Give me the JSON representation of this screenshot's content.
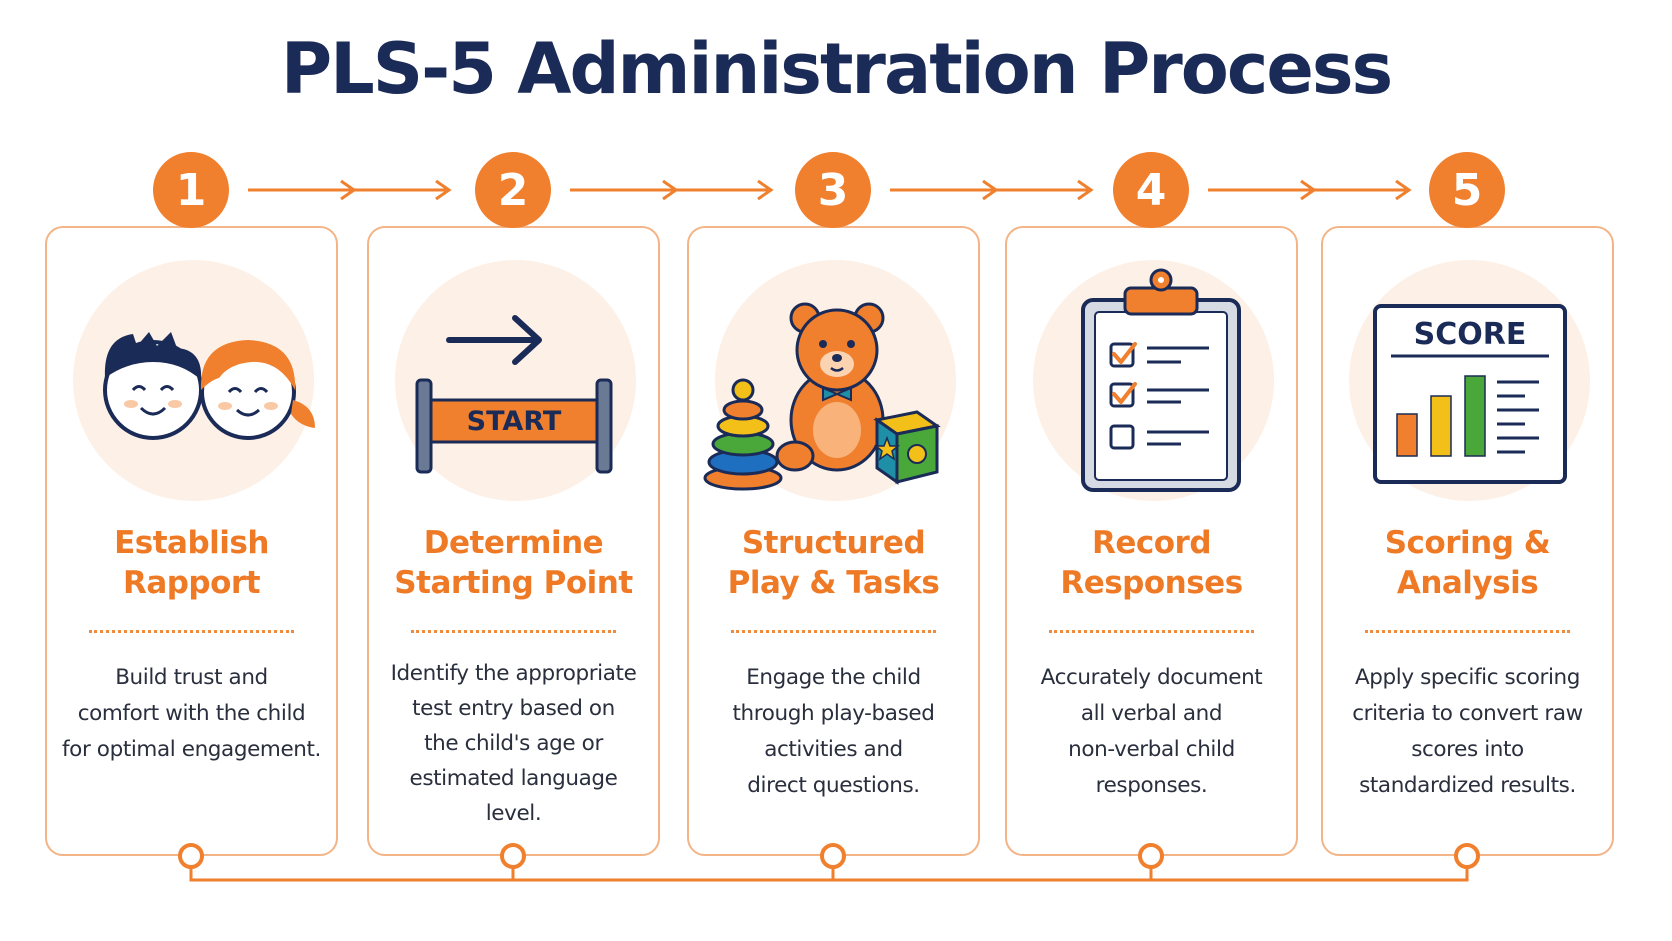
{
  "title": "PLS-5 Administration Process",
  "colors": {
    "accent": "#f07f2e",
    "navy": "#1b2b57",
    "card_border": "#f3b487",
    "illus_bg": "#fdf0e6"
  },
  "steps": [
    {
      "number": "1",
      "title": "Establish Rapport",
      "title_lines": [
        "Establish",
        "Rapport"
      ],
      "description": "Build trust and comfort with the child for optimal engagement.",
      "desc_lines": [
        "Build trust and",
        "comfort with the child",
        "for optimal engagement."
      ],
      "icon": "children-faces-icon"
    },
    {
      "number": "2",
      "title": "Determine Starting Point",
      "title_lines": [
        "Determine",
        "Starting Point"
      ],
      "description": "Identify the appropriate test entry based on the child's age or estimated language level.",
      "desc_lines": [
        "Identify the appropriate",
        "test entry based on",
        "the child's age or",
        "estimated language level."
      ],
      "icon": "start-banner-icon",
      "icon_label": "START"
    },
    {
      "number": "3",
      "title": "Structured Play & Tasks",
      "title_lines": [
        "Structured",
        "Play & Tasks"
      ],
      "description": "Engage the child through play-based activities and direct questions.",
      "desc_lines": [
        "Engage the child",
        "through play-based",
        "activities and",
        "direct questions."
      ],
      "icon": "toys-icon"
    },
    {
      "number": "4",
      "title": "Record Responses",
      "title_lines": [
        "Record",
        "Responses"
      ],
      "description": "Accurately document all verbal and non-verbal child responses.",
      "desc_lines": [
        "Accurately document",
        "all verbal and",
        "non-verbal child",
        "responses."
      ],
      "icon": "clipboard-checklist-icon"
    },
    {
      "number": "5",
      "title": "Scoring & Analysis",
      "title_lines": [
        "Scoring &",
        "Analysis"
      ],
      "description": "Apply specific scoring criteria to convert raw scores into standardized results.",
      "desc_lines": [
        "Apply specific scoring",
        "criteria to convert raw",
        "scores into",
        "standardized results."
      ],
      "icon": "score-chart-icon",
      "icon_label": "SCORE"
    }
  ]
}
